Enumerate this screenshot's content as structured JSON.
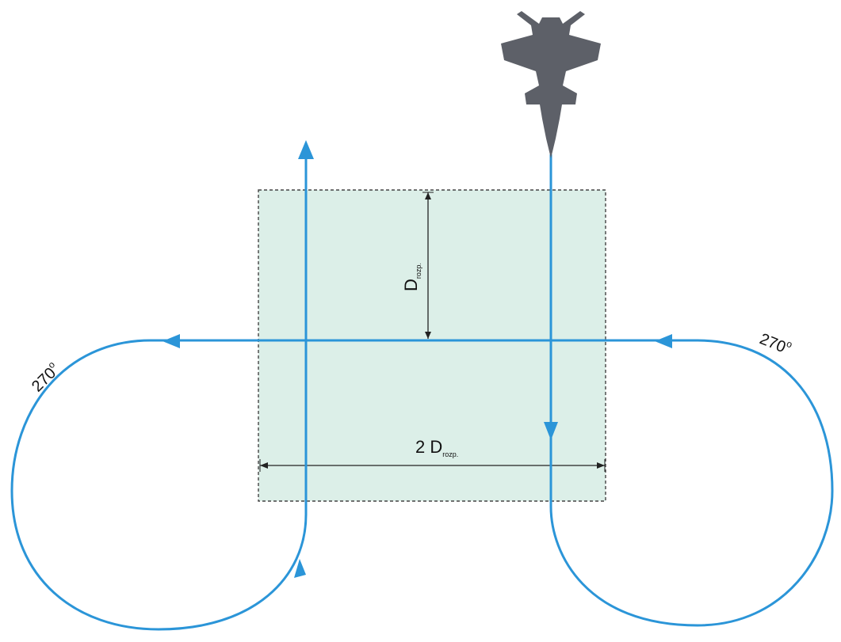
{
  "colors": {
    "zone_fill": "#dcefe8",
    "zone_border": "#444444",
    "path": "#2b95d8",
    "dimension": "#222222",
    "aircraft": "#5d6068",
    "text": "#111111"
  },
  "labels": {
    "vertical_dim_main": "D",
    "vertical_dim_sub": "rozp.",
    "horizontal_dim_prefix": "2 D",
    "horizontal_dim_sub": "rozp.",
    "left_turn": "270",
    "left_turn_unit": "o",
    "right_turn": "270",
    "right_turn_unit": "o"
  },
  "icons": {
    "aircraft": "fighter-jet-icon"
  }
}
